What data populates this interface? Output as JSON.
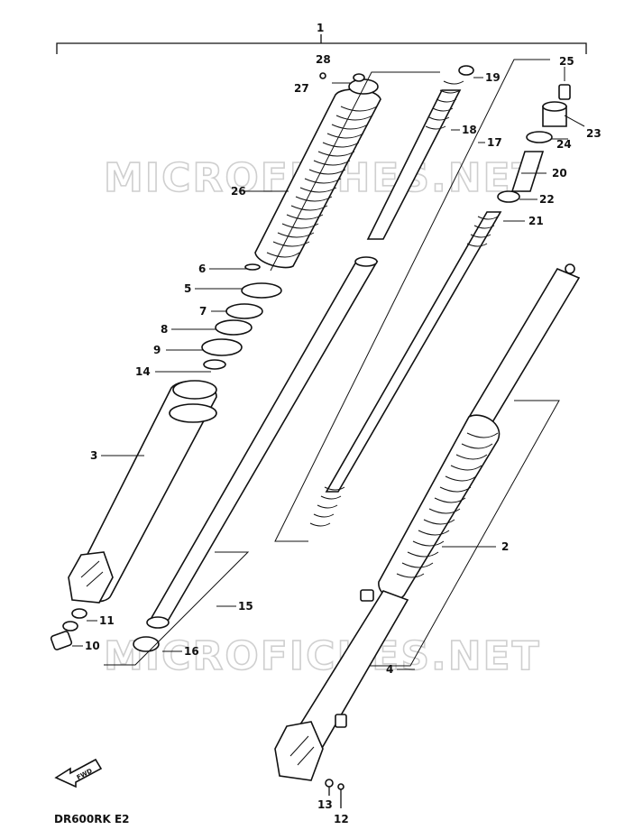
{
  "diagram": {
    "model_code": "DR600RK E2",
    "watermark_top": "MICROFICHES.NET",
    "watermark_bottom": "MICROFICHES.NET",
    "fwd_label": "FWD",
    "callouts": [
      "1",
      "2",
      "3",
      "4",
      "5",
      "6",
      "7",
      "8",
      "9",
      "10",
      "11",
      "12",
      "13",
      "14",
      "15",
      "16",
      "17",
      "18",
      "19",
      "20",
      "21",
      "22",
      "23",
      "24",
      "25",
      "26",
      "27",
      "28"
    ]
  }
}
